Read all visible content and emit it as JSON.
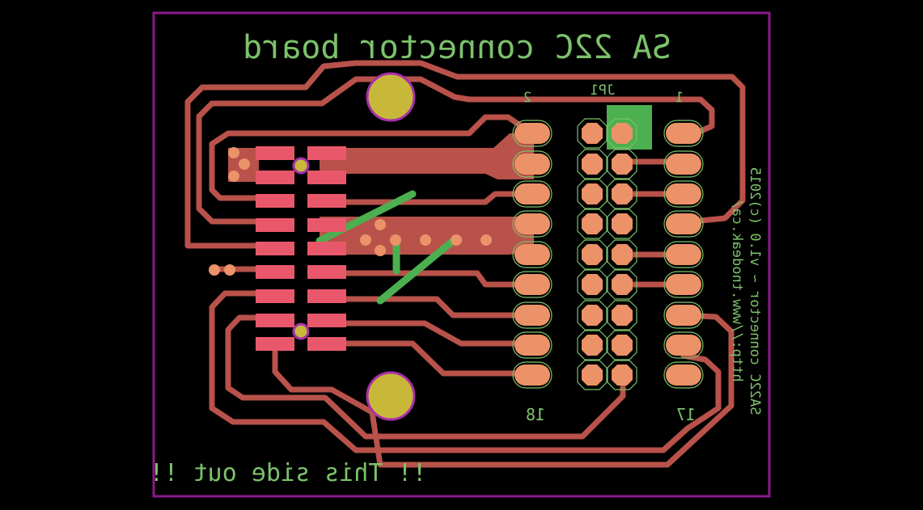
{
  "board": {
    "title": "SA 22C connector board",
    "footer": "!! This side out !!",
    "side_text_line1": "SA22C connector ~ v1.0 (c)2015",
    "side_text_line2": "http://www.tnodeak.ca/",
    "connector_label": "JP1",
    "pin_label_2": "2",
    "pin_label_1": "1",
    "pin_label_18": "18",
    "pin_label_17": "17"
  },
  "colors": {
    "background": "#000000",
    "outline": "#8a1a8a",
    "trace": "#b8524a",
    "pad_smd": "#e8586a",
    "pad_tht": "#ec9268",
    "silkscreen": "#7cc26b",
    "drill": "#c8b83a",
    "hole_ring": "#a830a8",
    "via": "#ec9268",
    "pin1_marker": "#4caf50"
  }
}
